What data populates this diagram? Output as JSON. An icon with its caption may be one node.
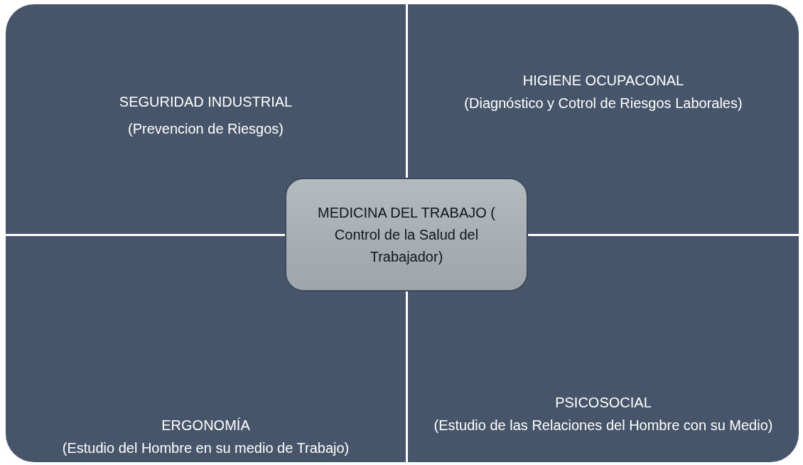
{
  "diagram": {
    "nodes": [
      {
        "text": [
          "SEGURIDAD INDUSTRIAL",
          "(Prevencion de Riesgos)"
        ]
      },
      {
        "text": [
          "HIGIENE OCUPACONAL",
          "(Diagnóstico y Cotrol de Riesgos Laborales)"
        ]
      },
      {
        "text": [
          "MEDICINA DEL TRABAJO ( Control de la Salud del Trabajador)"
        ]
      },
      {
        "text": [
          "ERGONOMÍA",
          "(Estudio del Hombre en su medio de Trabajo)"
        ]
      },
      {
        "text": [
          "PSICOSOCIAL",
          "(Estudio de las Relaciones del Hombre con su Medio)"
        ]
      }
    ]
  }
}
